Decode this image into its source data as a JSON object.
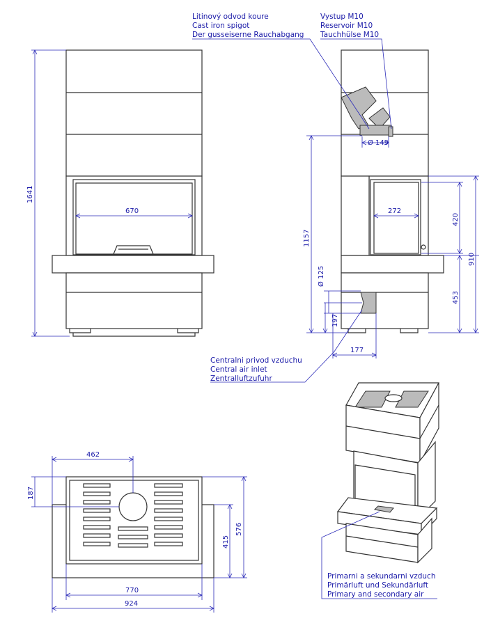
{
  "callouts": {
    "spigot": [
      "Litinový odvod koure",
      "Cast iron spigot",
      "Der gusseiserne Rauchabgang"
    ],
    "reservoir": [
      "Vystup M10",
      "Reservoir M10",
      "Tauchhülse M10"
    ],
    "air_inlet": [
      "Centralni privod vzduchu",
      "Central air inlet",
      "Zentralluftzufuhr"
    ],
    "primary_air": [
      "Primarni a sekundarni vzduch",
      "Primärluft und Sekundärluft",
      "Primary and secondary air"
    ]
  },
  "dimensions": {
    "front": {
      "height": "1641",
      "glass_width": "670"
    },
    "side": {
      "spigot_diameter": "Ø 149",
      "spigot_height": "1157",
      "glass_height": "420",
      "glass_width": "272",
      "firebox_top": "910",
      "shelf_height": "453",
      "inlet_diameter": "Ø 125",
      "inlet_height": "197",
      "inlet_offset": "177"
    },
    "top": {
      "spigot_offset_x": "462",
      "spigot_offset_y": "187",
      "depth": "576",
      "inner_depth": "415",
      "inner_width": "770",
      "width": "924"
    }
  }
}
